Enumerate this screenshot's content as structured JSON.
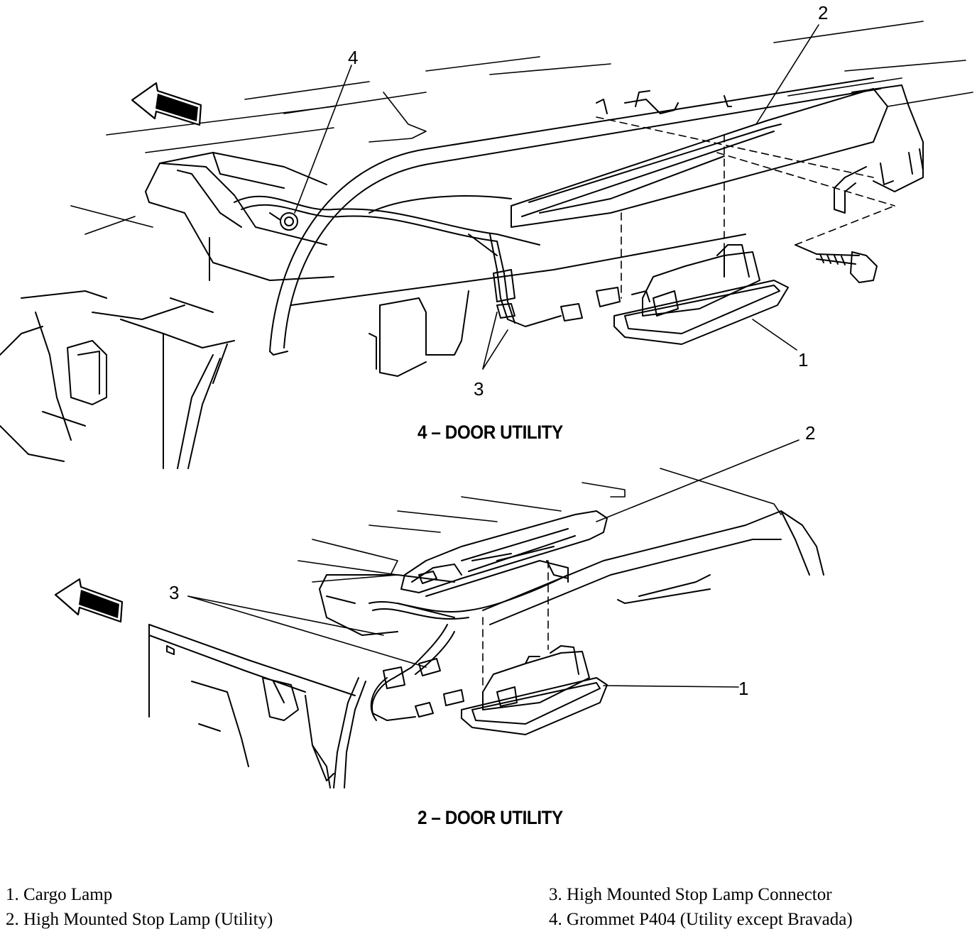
{
  "callouts": {
    "top_1": "1",
    "top_2": "2",
    "top_3": "3",
    "top_4": "4",
    "bottom_1": "1",
    "bottom_2": "2",
    "bottom_3": "3"
  },
  "captions": {
    "four_door": "4 – DOOR UTILITY",
    "two_door": "2 – DOOR UTILITY"
  },
  "legend": [
    "1. Cargo Lamp",
    "2. High Mounted Stop Lamp (Utility)",
    "3. High Mounted Stop Lamp Connector",
    "4. Grommet P404 (Utility except Bravada)"
  ],
  "colors": {
    "line": "#000000",
    "background": "#ffffff"
  }
}
